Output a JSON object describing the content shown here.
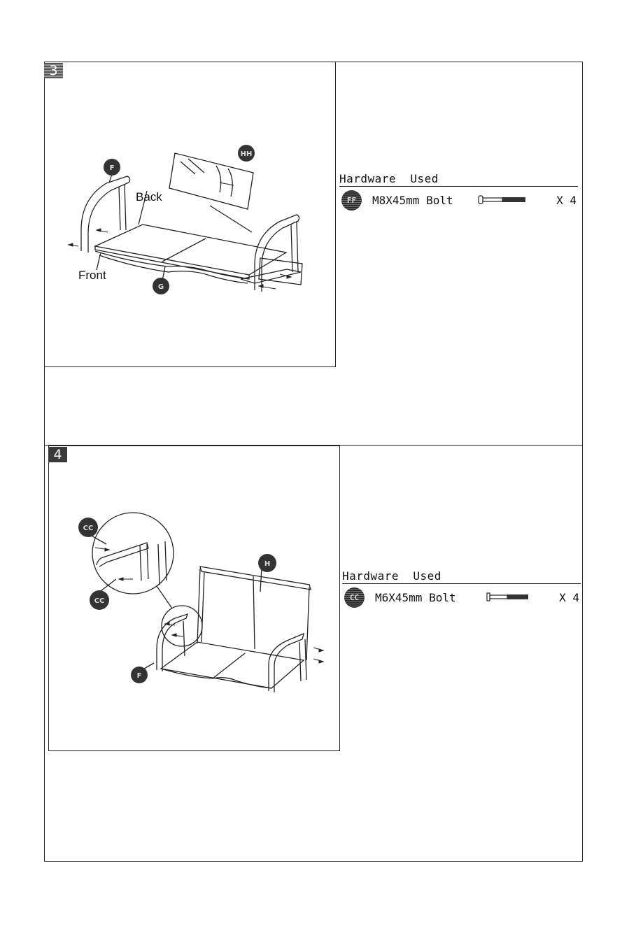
{
  "steps": [
    {
      "number": "3",
      "labels": {
        "back": "Back",
        "front": "Front"
      },
      "callouts": [
        "F",
        "HH",
        "G"
      ],
      "hardware": {
        "title": "Hardware  Used",
        "item": {
          "code": "FF",
          "name": "M8X45mm Bolt",
          "qty": "X 4"
        }
      }
    },
    {
      "number": "4",
      "callouts": [
        "CC",
        "CC",
        "H",
        "F"
      ],
      "hardware": {
        "title": "Hardware  Used",
        "item": {
          "code": "CC",
          "name": "M6X45mm Bolt",
          "qty": "X 4"
        }
      }
    }
  ]
}
